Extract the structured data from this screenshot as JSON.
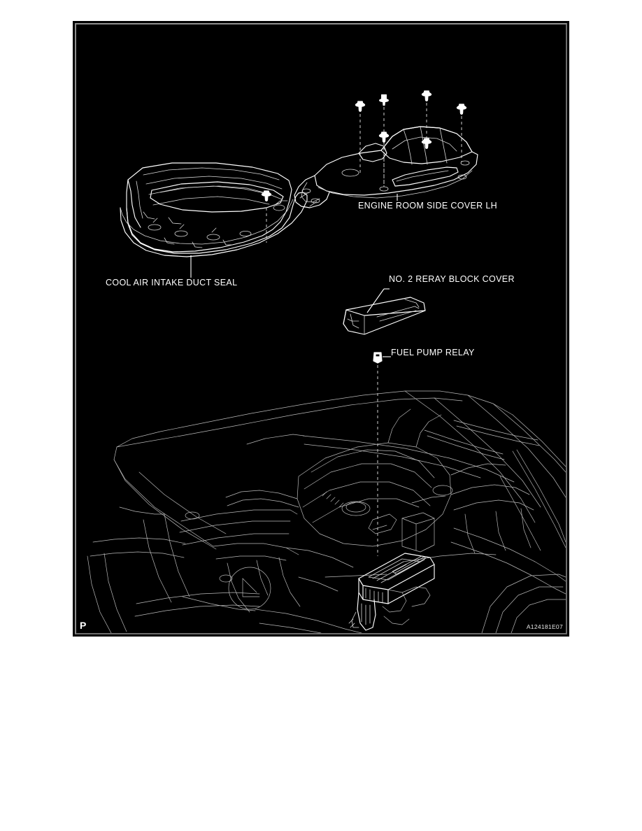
{
  "document": {
    "page_marker": "P",
    "figure_id": "A124181E07"
  },
  "figure": {
    "background_color": "#000000",
    "line_color": "#ffffff",
    "frame_rule_color": "#8e8e8e",
    "callouts": [
      {
        "id": "cool-air-intake-duct-seal",
        "label": "COOL AIR INTAKE DUCT SEAL",
        "leader": "vertical-up-to-part"
      },
      {
        "id": "engine-room-side-cover-lh",
        "label": "ENGINE ROOM SIDE COVER LH",
        "leader": "vertical-up-to-part"
      },
      {
        "id": "no-2-relay-block-cover",
        "label": "NO. 2 RERAY BLOCK COVER",
        "leader": "diagonal-down-left-to-part"
      },
      {
        "id": "fuel-pump-relay",
        "label": "FUEL PUMP RELAY",
        "leader": "horizontal-left-to-part"
      }
    ],
    "parts": [
      {
        "id": "cool-air-intake-duct-seal",
        "type": "molded-panel",
        "fasteners": 1
      },
      {
        "id": "engine-room-side-cover-lh",
        "type": "molded-cover",
        "fasteners": 6
      },
      {
        "id": "no-2-relay-block-cover",
        "type": "flat-lid"
      },
      {
        "id": "fuel-pump-relay",
        "type": "relay-cube"
      },
      {
        "id": "engine-compartment-view",
        "type": "line-art-scene"
      },
      {
        "id": "relay-block-assembly",
        "type": "line-art-detail"
      }
    ]
  }
}
